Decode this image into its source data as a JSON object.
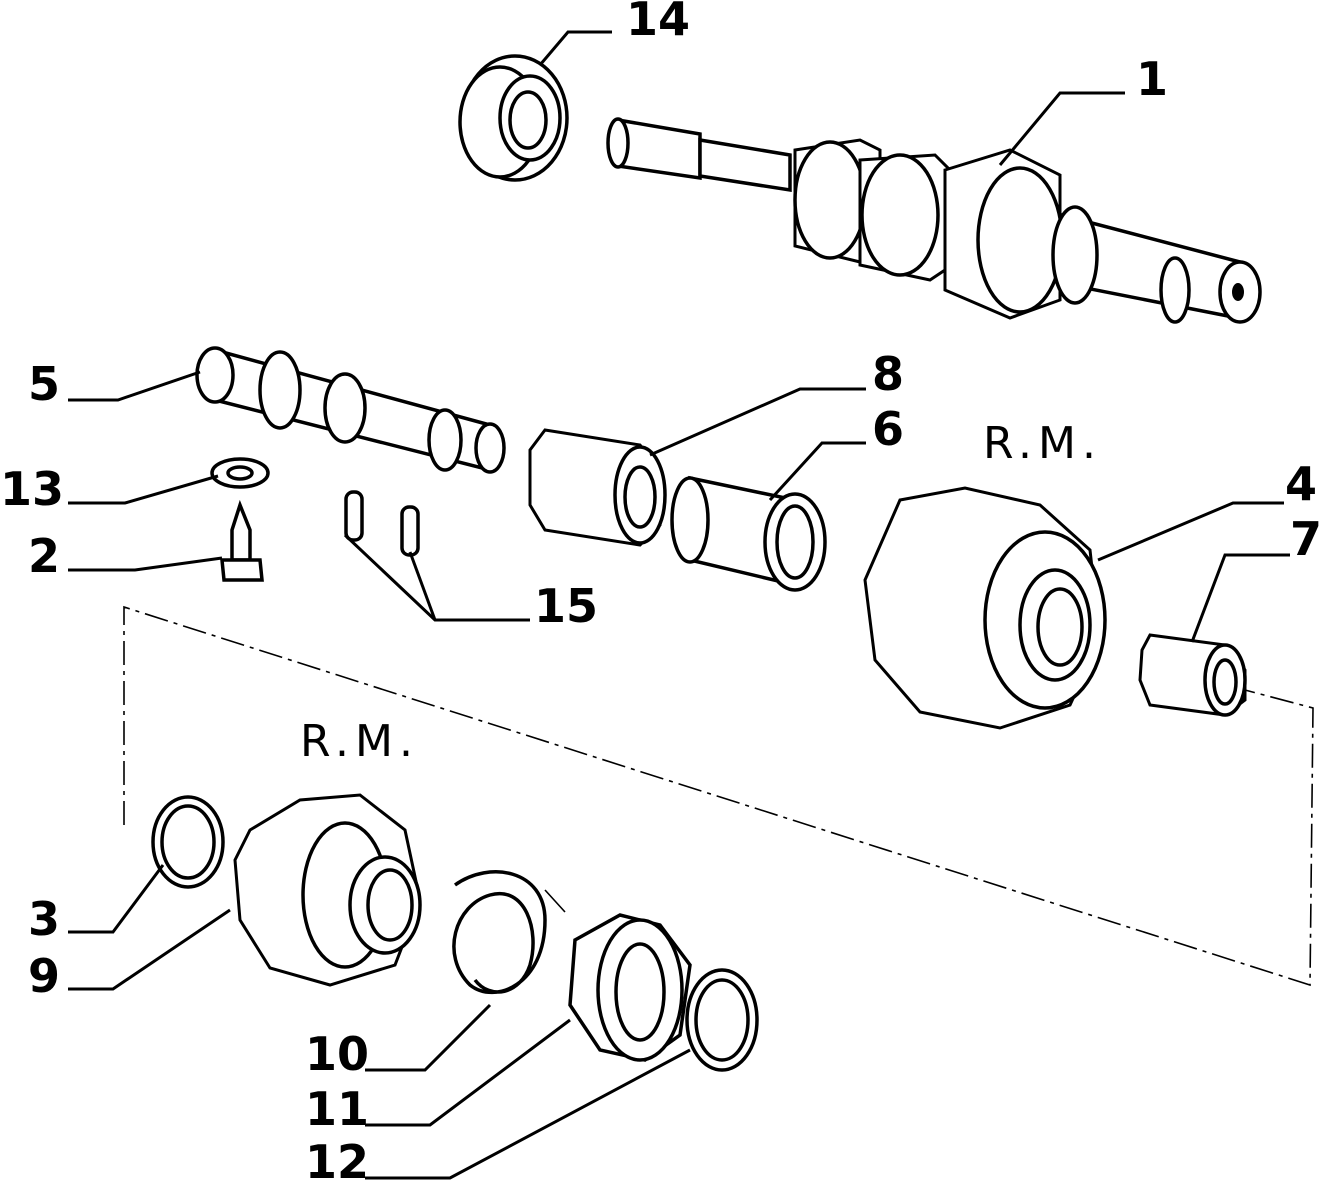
{
  "labels": {
    "p1": "1",
    "p2": "2",
    "p3": "3",
    "p4": "4",
    "p5": "5",
    "p6": "6",
    "p7": "7",
    "p8": "8",
    "p9": "9",
    "p10": "10",
    "p11": "11",
    "p12": "12",
    "p13": "13",
    "p14": "14",
    "p15": "15"
  },
  "notes": {
    "rm_top": "R.M.",
    "rm_bottom": "R.M."
  }
}
